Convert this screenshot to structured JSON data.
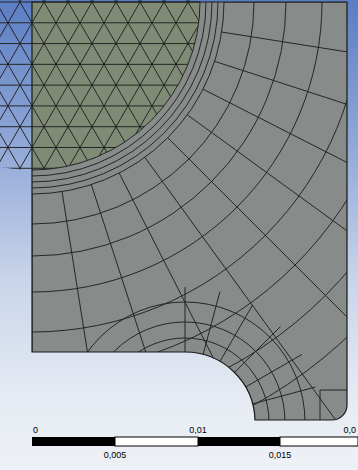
{
  "diagram": {
    "labels": [
      "0",
      "0,01",
      "0,0",
      "0,005",
      "0,015"
    ]
  }
}
